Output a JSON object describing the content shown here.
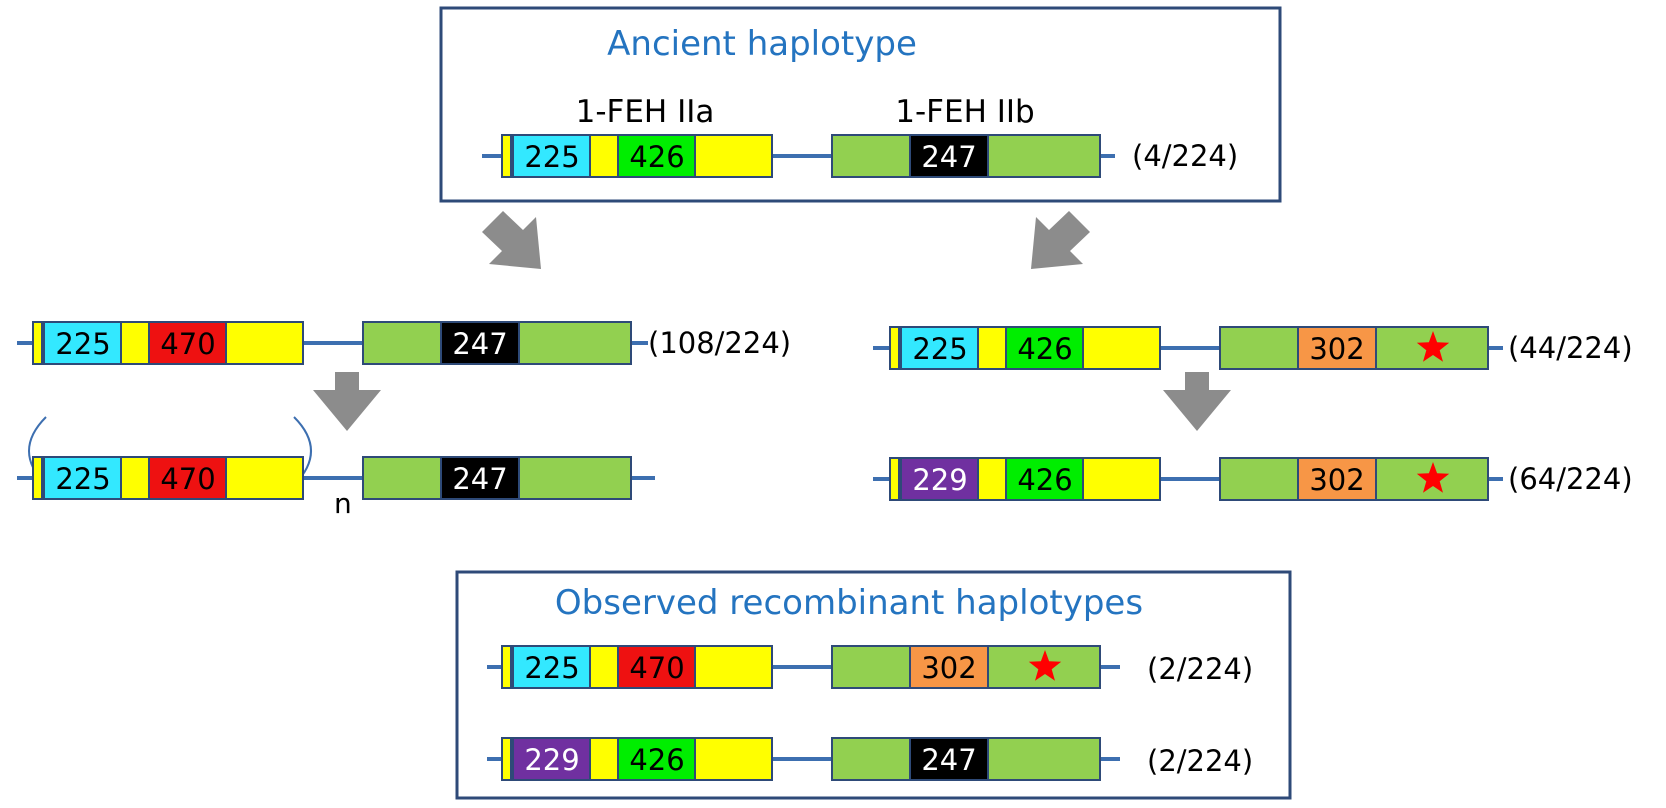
{
  "diagram": {
    "ancient_title": "Ancient haplotype",
    "gene_a_label": "1-FEH IIa",
    "gene_b_label": "1-FEH IIb",
    "observed_title": "Observed recombinant haplotypes",
    "repeat_label": "n",
    "haplotypes": {
      "ancient": {
        "a_first": "225",
        "a_second": "426",
        "b_motif": "247",
        "freq": "(4/224)"
      },
      "left_1": {
        "a_first": "225",
        "a_second": "470",
        "b_motif": "247",
        "freq": "(108/224)"
      },
      "left_2": {
        "a_first": "225",
        "a_second": "470",
        "b_motif": "247",
        "freq": ""
      },
      "right_1": {
        "a_first": "225",
        "a_second": "426",
        "b_motif": "302",
        "freq": "(44/224)",
        "star": true
      },
      "right_2": {
        "a_first": "229",
        "a_second": "426",
        "b_motif": "302",
        "freq": "(64/224)",
        "star": true
      },
      "observed_1": {
        "a_first": "225",
        "a_second": "470",
        "b_motif": "302",
        "freq": "(2/224)",
        "star": true
      },
      "observed_2": {
        "a_first": "229",
        "a_second": "426",
        "b_motif": "247",
        "freq": "(2/224)"
      }
    },
    "colors": {
      "line": "#3d6fb0",
      "box_border": "#2e4a78",
      "title_text": "#2474c0",
      "yellow": "#ffff00",
      "cyan": "#33e8ff",
      "purple": "#7030a0",
      "green_bright": "#00ee00",
      "red": "#ee1111",
      "green_gene": "#92d050",
      "black": "#000000",
      "orange": "#f79646",
      "arrow": "#8c8c8c",
      "star": "#ff0000"
    }
  }
}
